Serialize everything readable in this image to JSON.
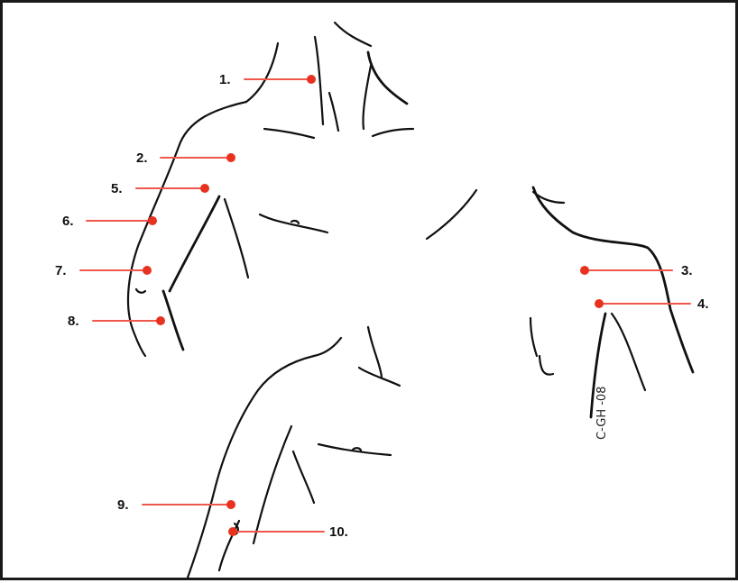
{
  "colors": {
    "point": "#e8321f",
    "leader": "#f0574a",
    "ink": "#111111"
  },
  "points": [
    {
      "id": "1",
      "label": "1."
    },
    {
      "id": "2",
      "label": "2."
    },
    {
      "id": "3",
      "label": "3."
    },
    {
      "id": "4",
      "label": "4."
    },
    {
      "id": "5",
      "label": "5."
    },
    {
      "id": "6",
      "label": "6."
    },
    {
      "id": "7",
      "label": "7."
    },
    {
      "id": "8",
      "label": "8."
    },
    {
      "id": "9",
      "label": "9."
    },
    {
      "id": "10",
      "label": "10."
    }
  ],
  "signature": "C-GH -08"
}
